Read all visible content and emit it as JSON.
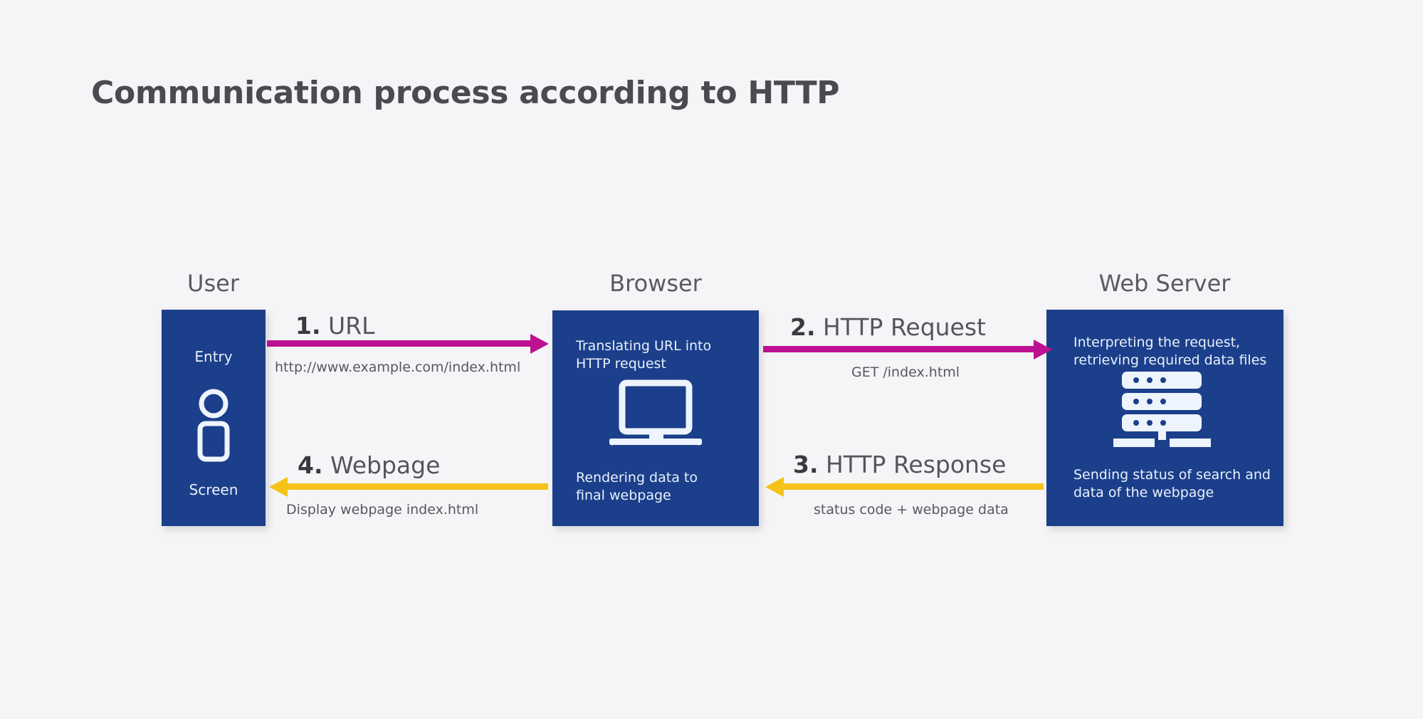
{
  "diagram": {
    "title": "Communication process according to HTTP",
    "background_color": "#f5f5f7",
    "title_color": "#4a4a4f"
  },
  "colors": {
    "box_blue": "#1b3f8b",
    "arrow_magenta": "#bc1190",
    "arrow_yellow": "#f5c318",
    "box_text": "#e9f0fb",
    "label_gray": "#55565b"
  },
  "columns": [
    {
      "id": "user",
      "header": "User",
      "top_label": "Entry",
      "bottom_label": "Screen",
      "icon": "person-icon"
    },
    {
      "id": "browser",
      "header": "Browser",
      "top_text": "Translating URL into\nHTTP request",
      "bottom_text": "Rendering data to\nfinal webpage",
      "icon": "laptop-icon"
    },
    {
      "id": "server",
      "header": "Web Server",
      "top_text": "Interpreting the request,\nretrieving required data files",
      "bottom_text": "Sending status of search and\ndata of the webpage",
      "icon": "server-rack-icon"
    }
  ],
  "arrows": [
    {
      "step": "1.",
      "label": "URL",
      "sublabel": "http://www.example.com/index.html",
      "from": "user",
      "to": "browser",
      "direction": "right",
      "color": "#bc1190"
    },
    {
      "step": "2.",
      "label": "HTTP Request",
      "sublabel": "GET /index.html",
      "from": "browser",
      "to": "server",
      "direction": "right",
      "color": "#bc1190"
    },
    {
      "step": "3.",
      "label": "HTTP Response",
      "sublabel": "status code + webpage data",
      "from": "server",
      "to": "browser",
      "direction": "left",
      "color": "#f5c318"
    },
    {
      "step": "4.",
      "label": "Webpage",
      "sublabel": "Display webpage index.html",
      "from": "browser",
      "to": "user",
      "direction": "left",
      "color": "#f5c318"
    }
  ]
}
